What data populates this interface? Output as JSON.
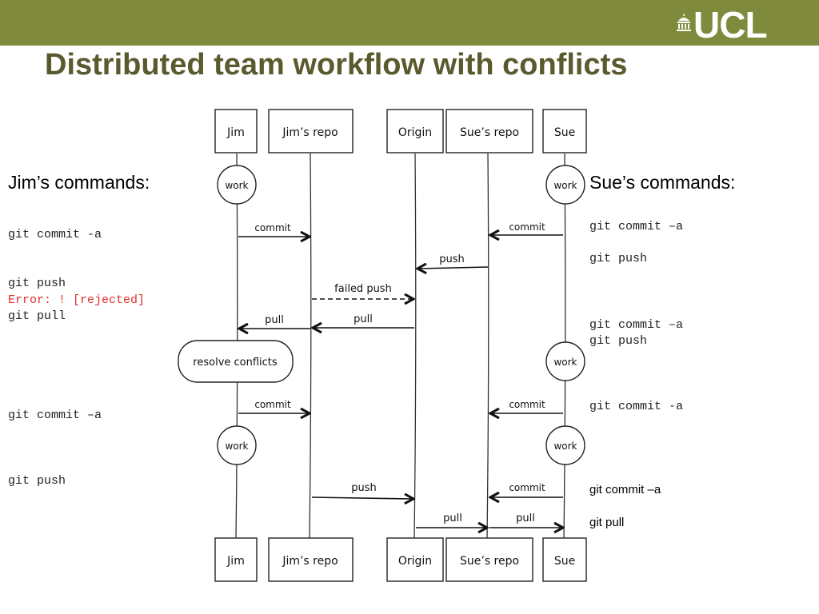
{
  "header": {
    "logo_text": "UCL",
    "title": "Distributed team workflow with conflicts"
  },
  "jim": {
    "heading": "Jim’s commands:",
    "commands": [
      {
        "text": "git commit -a"
      },
      {
        "text": "git push"
      },
      {
        "text": "Error: ! [rejected]"
      },
      {
        "text": "git pull"
      },
      {
        "text": "git commit –a"
      },
      {
        "text": "git push"
      }
    ]
  },
  "sue": {
    "heading": "Sue’s commands:",
    "commands": [
      {
        "text": "git commit –a"
      },
      {
        "text": "git push"
      },
      {
        "text": "git commit –a"
      },
      {
        "text": "git push"
      },
      {
        "text": "git commit -a"
      },
      {
        "text": "git commit –a"
      },
      {
        "text": "git pull"
      }
    ]
  },
  "diagram": {
    "lanes": [
      "Jim",
      "Jim’s repo",
      "Origin",
      "Sue’s repo",
      "Sue"
    ],
    "work_label": "work",
    "resolve_label": "resolve conflicts",
    "arrows": {
      "commit": "commit",
      "push": "push",
      "failed_push": "failed push",
      "pull": "pull"
    }
  },
  "colors": {
    "header_bar": "#7f8a3c",
    "title": "#5a5a2e",
    "error": "#e0302a"
  }
}
